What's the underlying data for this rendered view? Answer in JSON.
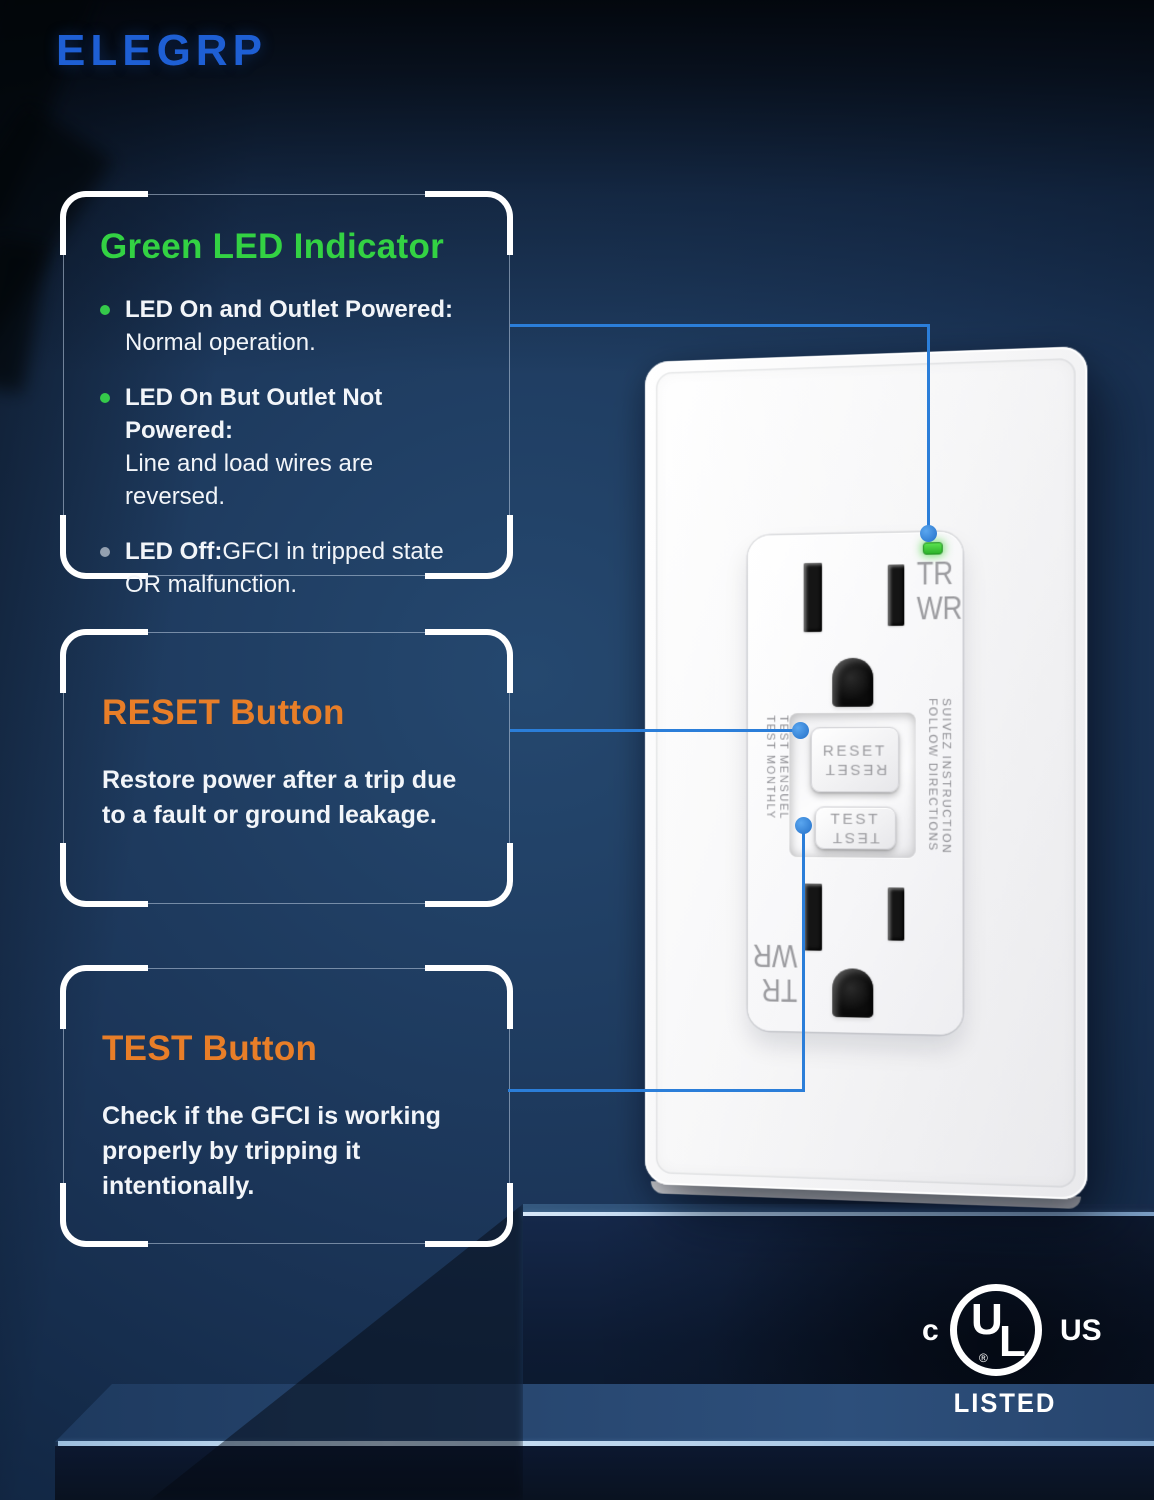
{
  "brand": {
    "name": "ELEGRP"
  },
  "callouts": {
    "led": {
      "title": "Green LED Indicator",
      "bullets": [
        {
          "label": "LED On and Outlet Powered:",
          "desc": "\nNormal operation."
        },
        {
          "label": "LED On But Outlet Not Powered:",
          "desc": "\nLine and load wires are\nreversed."
        },
        {
          "label": "LED Off:",
          "desc": "GFCI in tripped state\nOR malfunction."
        }
      ]
    },
    "reset": {
      "title": "RESET Button",
      "body": "Restore power after a trip due\nto a fault or ground leakage."
    },
    "test": {
      "title": "TEST Button",
      "body": "Check if the GFCI is working\nproperly by tripping it\nintentionally."
    }
  },
  "outlet": {
    "top_marking_line1": "TR",
    "top_marking_line2": "WR",
    "bottom_marking_line1": "TR",
    "bottom_marking_line2": "WR",
    "reset_label": "RESET",
    "test_label": "TEST",
    "side_left_line1": "TEST MONTHLY",
    "side_left_line2": "TEST MENSUEL",
    "side_right_line1": "FOLLOW DIRECTIONS",
    "side_right_line2": "SUIVEZ INSTRUCTION"
  },
  "certification": {
    "c_mark": "c",
    "ul_u": "U",
    "ul_l": "L",
    "registered": "®",
    "us_mark": "US",
    "listed": "LISTED"
  },
  "colors": {
    "connector_blue": "#2E86E0",
    "green_title": "#33D243",
    "orange_title": "#E87E28",
    "led_green": "#3ED435",
    "brand_blue": "#1E5FD4"
  }
}
